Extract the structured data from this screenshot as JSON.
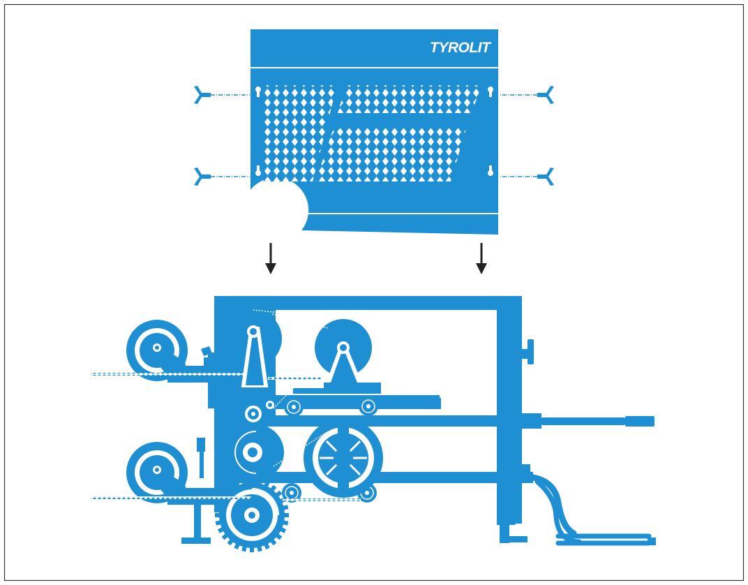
{
  "figure": {
    "brand_logo": "TYROLIT",
    "colors": {
      "machine_blue": "#1f8fd3",
      "highlight": "#ffffff",
      "arrow": "#222222",
      "frame_border": "#333333",
      "background": "#ffffff"
    },
    "icons": [
      "wing-screw-icon",
      "arrow-down-icon",
      "wire-saw-machine",
      "protective-guard-panel"
    ],
    "wing_screw_count": 4,
    "arrow_count": 2
  }
}
